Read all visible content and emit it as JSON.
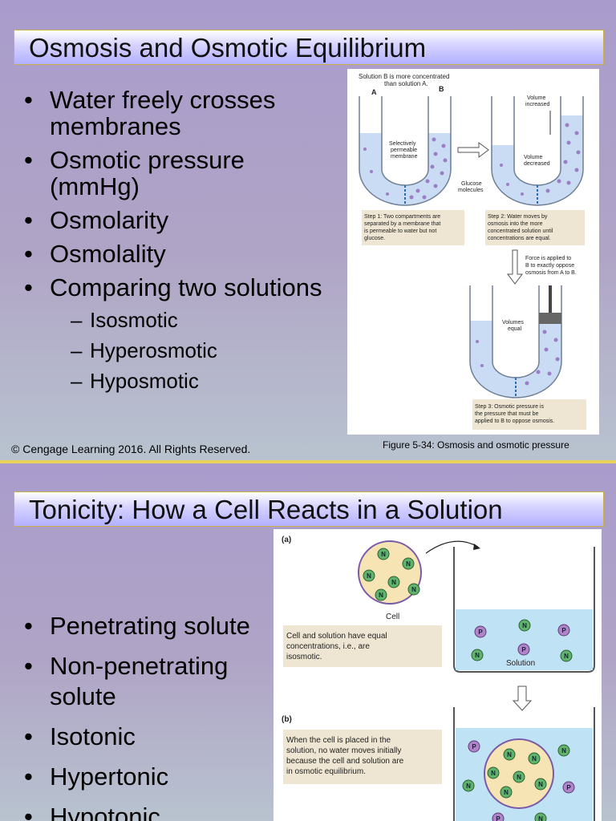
{
  "slide1": {
    "title": "Osmosis and Osmotic Equilibrium",
    "bullets": [
      "Water freely crosses membranes",
      "Osmotic pressure (mmHg)",
      "Osmolarity",
      "Osmolality",
      "Comparing two solutions"
    ],
    "sub_bullets": [
      "Isosmotic",
      "Hyperosmotic",
      "Hyposmotic"
    ],
    "copyright": "© Cengage Learning 2016. All Rights Reserved.",
    "figure_caption": "Figure 5-34: Osmosis and osmotic pressure",
    "figure": {
      "solution_b_note_1": "Solution B is more concentrated",
      "solution_b_note_2": "than solution A.",
      "label_a": "A",
      "label_b": "B",
      "membrane_1": "Selectively",
      "membrane_2": "permeable",
      "membrane_3": "membrane",
      "glucose_1": "Glucose",
      "glucose_2": "molecules",
      "vol_inc_1": "Volume",
      "vol_inc_2": "increased",
      "vol_dec_1": "Volume",
      "vol_dec_2": "decreased",
      "step1_1": "Step 1: Two compartments are",
      "step1_2": "separated by a membrane that",
      "step1_3": "is permeable to water but not",
      "step1_4": "glucose.",
      "step2_1": "Step 2: Water moves by",
      "step2_2": "osmosis into the more",
      "step2_3": "concentrated solution until",
      "step2_4": "concentrations are equal.",
      "force_1": "Force is applied to",
      "force_2": "B to exactly oppose",
      "force_3": "osmosis from A to B.",
      "vol_eq_1": "Volumes",
      "vol_eq_2": "equal",
      "step3_1": "Step 3: Osmotic pressure is",
      "step3_2": "the pressure that must be",
      "step3_3": "applied to B to oppose osmosis."
    }
  },
  "slide2": {
    "title": "Tonicity: How a Cell Reacts in a Solution",
    "bullets": [
      "Penetrating solute",
      "Non-penetrating solute",
      "Isotonic",
      "Hypertonic",
      "Hypotonic"
    ],
    "figure": {
      "label_a": "(a)",
      "label_b": "(b)",
      "cell": "Cell",
      "solution": "Solution",
      "box_a_1": "Cell and solution have equal",
      "box_a_2": "concentrations, i.e., are",
      "box_a_3": "isosmotic.",
      "box_b_1": "When the cell is placed in the",
      "box_b_2": "solution, no water moves initially",
      "box_b_3": "because the cell and solution are",
      "box_b_4": "in osmotic equilibrium.",
      "n": "N",
      "p": "P"
    }
  },
  "colors": {
    "background": "#b0a2c8",
    "title_gradient_end": "#b3b0ff",
    "divider": "#e9d35a",
    "water": "#c9dcf3",
    "solute_dot": "#9b7fc6",
    "solution_blue": "#bfe3f5",
    "cell_fill": "#f7e4b5",
    "n_particle": "#5fb36a",
    "p_particle": "#b084c9"
  }
}
